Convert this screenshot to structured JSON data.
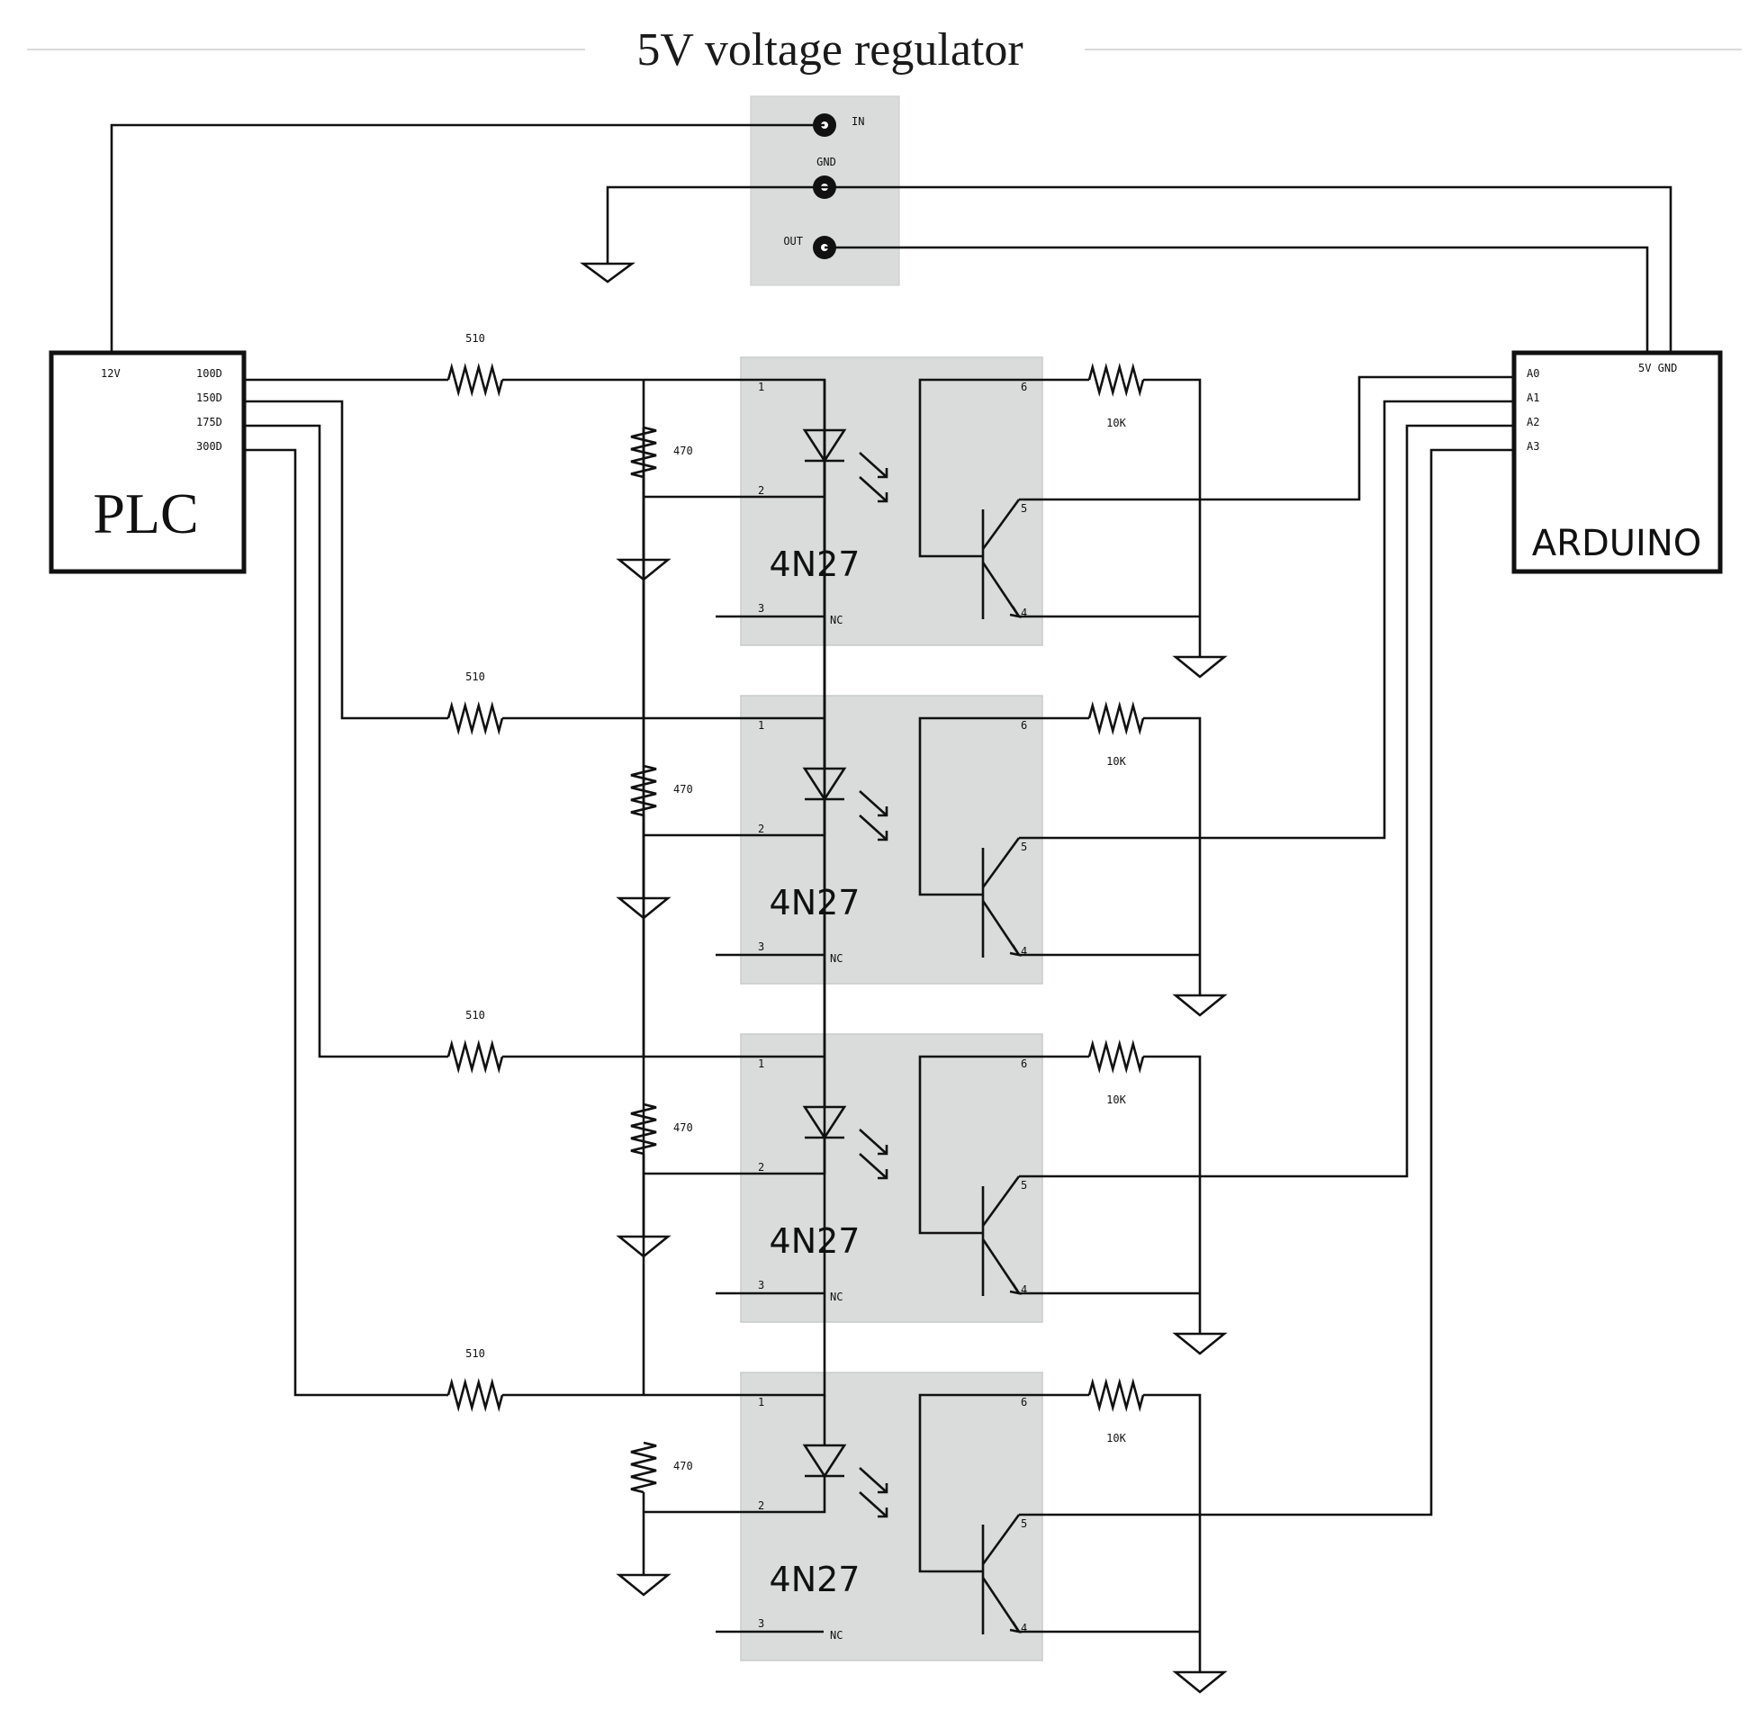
{
  "title": "5V voltage regulator",
  "regulator": {
    "pins": [
      "IN",
      "GND",
      "OUT"
    ]
  },
  "plc": {
    "label": "PLC",
    "power_pin": "12V",
    "outputs": [
      "100D",
      "150D",
      "175D",
      "300D"
    ]
  },
  "arduino": {
    "label": "ARDUINO",
    "power_pins": "5V GND",
    "inputs": [
      "A0",
      "A1",
      "A2",
      "A3"
    ]
  },
  "stages": [
    {
      "series_resistor": "510",
      "shunt_resistor": "470",
      "optocoupler": "4N27",
      "pullup_resistor": "10K",
      "pins": {
        "p1": "1",
        "p2": "2",
        "p3": "3",
        "p4": "4",
        "p5": "5",
        "p6": "6",
        "nc": "NC"
      }
    },
    {
      "series_resistor": "510",
      "shunt_resistor": "470",
      "optocoupler": "4N27",
      "pullup_resistor": "10K",
      "pins": {
        "p1": "1",
        "p2": "2",
        "p3": "3",
        "p4": "4",
        "p5": "5",
        "p6": "6",
        "nc": "NC"
      }
    },
    {
      "series_resistor": "510",
      "shunt_resistor": "470",
      "optocoupler": "4N27",
      "pullup_resistor": "10K",
      "pins": {
        "p1": "1",
        "p2": "2",
        "p3": "3",
        "p4": "4",
        "p5": "5",
        "p6": "6",
        "nc": "NC"
      }
    },
    {
      "series_resistor": "510",
      "shunt_resistor": "470",
      "optocoupler": "4N27",
      "pullup_resistor": "10K",
      "pins": {
        "p1": "1",
        "p2": "2",
        "p3": "3",
        "p4": "4",
        "p5": "5",
        "p6": "6",
        "nc": "NC"
      }
    }
  ]
}
